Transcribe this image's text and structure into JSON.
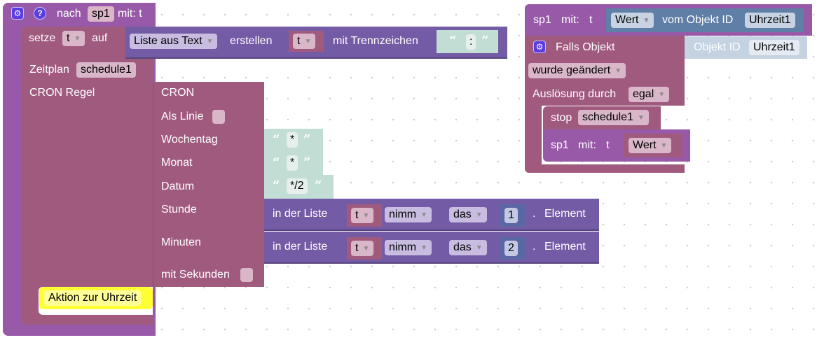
{
  "procedure": {
    "header_prefix": "nach",
    "name": "sp1",
    "params_label": "mit: t",
    "gear_icon": "gear-icon",
    "help_icon": "question-icon"
  },
  "set_block": {
    "label_set": "setze",
    "variable": "t",
    "label_to": "auf",
    "list_from_text": {
      "mode": "Liste aus Text",
      "label_create": "erstellen",
      "input_var": "t",
      "label_delimiter": "mit Trennzeichen",
      "delimiter": ":"
    }
  },
  "schedule": {
    "label": "Zeitplan",
    "name": "schedule1",
    "cron_rule_label": "CRON Regel",
    "action_label": "Aktion zur Uhrzeit",
    "cron": {
      "title": "CRON",
      "as_line_label": "Als Linie",
      "weekday_label": "Wochentag",
      "weekday_value": "*",
      "month_label": "Monat",
      "month_value": "*",
      "date_label": "Datum",
      "date_value": "*/2",
      "hour_label": "Stunde",
      "minutes_label": "Minuten",
      "seconds_label": "mit Sekunden"
    },
    "list_get": [
      {
        "label_in_list": "in der Liste",
        "var": "t",
        "mode": "nimm",
        "where": "das",
        "index": "1",
        "suffix": ".",
        "suffix_label": "Element"
      },
      {
        "label_in_list": "in der Liste",
        "var": "t",
        "mode": "nimm",
        "where": "das",
        "index": "2",
        "suffix": ".",
        "suffix_label": "Element"
      }
    ]
  },
  "call_block": {
    "name": "sp1",
    "params_label": "mit:",
    "param": "t",
    "value_attr": "Wert",
    "of_object_label": "vom Objekt ID",
    "object_id": "Uhrzeit1"
  },
  "trigger": {
    "label": "Falls Objekt",
    "object_label": "Objekt ID",
    "object_id": "Uhrzeit1",
    "condition": "wurde geändert",
    "trigger_label": "Auslösung durch",
    "trigger_value": "egal",
    "stop_label": "stop",
    "stop_target": "schedule1",
    "inner_call": {
      "name": "sp1",
      "params_label": "mit:",
      "param": "t",
      "value": "Wert"
    }
  }
}
